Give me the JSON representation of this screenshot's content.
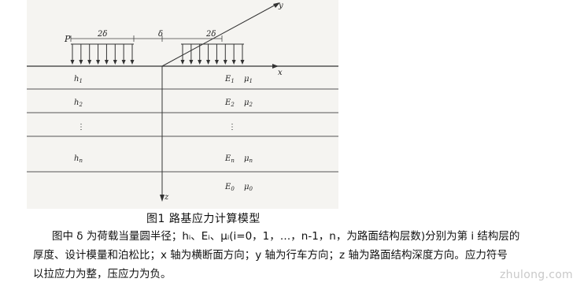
{
  "figure": {
    "load_label": "P",
    "span_left": "2δ",
    "span_mid": "δ",
    "span_right": "2δ",
    "axis_x": "x",
    "axis_y": "y",
    "axis_z": "z",
    "layers": [
      {
        "h": "h",
        "h_sub": "1",
        "E": "E",
        "E_sub": "1",
        "mu": "μ",
        "mu_sub": "1"
      },
      {
        "h": "h",
        "h_sub": "2",
        "E": "E",
        "E_sub": "2",
        "mu": "μ",
        "mu_sub": "2"
      },
      {
        "h": "⋮",
        "h_sub": "",
        "E": "⋮",
        "E_sub": "",
        "mu": "",
        "mu_sub": ""
      },
      {
        "h": "h",
        "h_sub": "n",
        "E": "E",
        "E_sub": "n",
        "mu": "μ",
        "mu_sub": "n"
      },
      {
        "h": "",
        "h_sub": "",
        "E": "E",
        "E_sub": "0",
        "mu": "μ",
        "mu_sub": "0"
      }
    ]
  },
  "caption": "图1    路基应力计算模型",
  "paragraph": {
    "line1": "图中 δ 为荷载当量圆半径；hᵢ、Eᵢ、μᵢ(i=0，1，…，n-1，n，为路面结构层数)分别为第 i 结构层的",
    "line2": "厚度、设计模量和泊松比；x 轴为横断面方向；y 轴为行车方向；z 轴为路面结构深度方向。应力符号",
    "line3": "以拉应力为整，压应力为负。"
  },
  "watermark": "zhulong.com"
}
